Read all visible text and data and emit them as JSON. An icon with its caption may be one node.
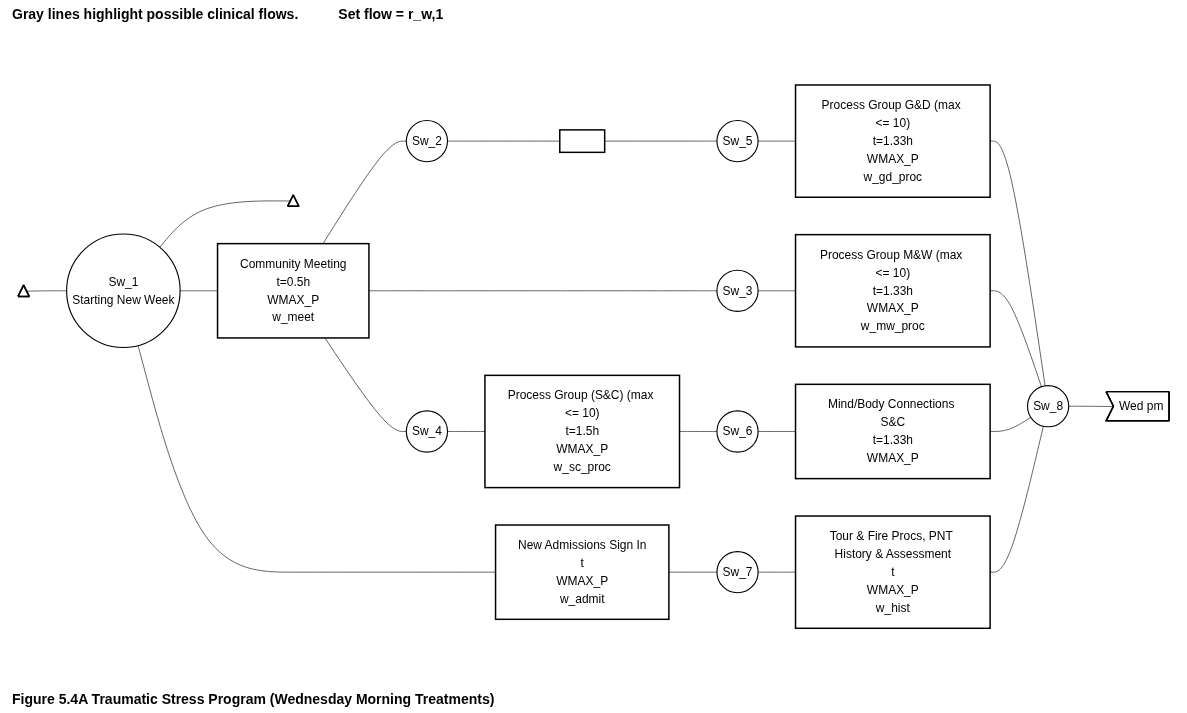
{
  "diagram": {
    "caption": "Figure 5.4A Traumatic Stress Program (Wednesday Morning Treatments)",
    "nodes": [
      {
        "text": [],
        "shape": "triangle"
      },
      {
        "text": [
          "Sw_1",
          "Starting New Week"
        ]
      },
      {
        "text": [],
        "shape": "triangle"
      },
      {
        "text": [
          "Community Meeting",
          "t=0.5h",
          "WMAX_P",
          "w_meet"
        ]
      },
      {
        "text": [
          "Sw_2"
        ]
      },
      {
        "text": [],
        "shape": "box"
      },
      {
        "text": [
          "Sw_5"
        ]
      },
      {
        "text": [
          "Process Group G&D (max <= 10)",
          "t=1.33h",
          "WMAX_P",
          "w_gd_proc"
        ]
      },
      {
        "text": [
          "Sw_3"
        ]
      },
      {
        "text": [
          "Process Group M&W (max <= 10)",
          "t=1.33h",
          "WMAX_P",
          "w_mw_proc"
        ]
      },
      {
        "text": [
          "Sw_8"
        ]
      },
      {
        "text": [
          "Wed pm"
        ]
      },
      {
        "text": [
          "Sw_4"
        ]
      },
      {
        "text": [
          "Process Group (S&C) (max <= 10)",
          "t=1.5h",
          "WMAX_P",
          "w_sc_proc"
        ]
      },
      {
        "text": [
          "Sw_6"
        ]
      },
      {
        "text": [
          "Mind/Body Connections S&C",
          "t=1.33h",
          "WMAX_P"
        ]
      },
      {
        "text": [
          "New Admissions Sign In",
          "t",
          "WMAX_P",
          "w_admit"
        ]
      },
      {
        "text": [
          "Sw_7"
        ]
      },
      {
        "text": [
          "Tour & Fire Procs, PNT History & Assessment",
          "t",
          "WMAX_P",
          "w_hist"
        ]
      }
    ],
    "edges": [
      {
        "from": 0,
        "to": 1,
        "arrow": "none"
      },
      {
        "from": 1,
        "to": 2,
        "arrow": "none"
      },
      {
        "from": 1,
        "to": 3,
        "arrow": "none"
      },
      {
        "from": 1,
        "to": 16,
        "arrow": "none"
      },
      {
        "from": 3,
        "to": 4,
        "arrow": "none"
      },
      {
        "from": 4,
        "to": 5,
        "arrow": "none"
      },
      {
        "from": 5,
        "to": 6,
        "arrow": "none"
      },
      {
        "from": 6,
        "to": 7,
        "arrow": "none"
      },
      {
        "from": 3,
        "to": 8,
        "arrow": "none"
      },
      {
        "from": 8,
        "to": 9,
        "arrow": "none"
      },
      {
        "from": 3,
        "to": 12,
        "arrow": "none"
      },
      {
        "from": 12,
        "to": 13,
        "arrow": "none"
      },
      {
        "from": 13,
        "to": 14,
        "arrow": "none"
      },
      {
        "from": 14,
        "to": 15,
        "arrow": "none"
      },
      {
        "from": 16,
        "to": 17,
        "arrow": "none"
      },
      {
        "from": 17,
        "to": 18,
        "arrow": "none"
      },
      {
        "from": 7,
        "to": 10,
        "arrow": "none"
      },
      {
        "from": 9,
        "to": 10,
        "arrow": "none"
      },
      {
        "from": 15,
        "to": 10,
        "arrow": "none"
      },
      {
        "from": 18,
        "to": 10,
        "arrow": "none"
      },
      {
        "from": 10,
        "to": 11,
        "arrow": "none"
      }
    ],
    "labels": [
      "Gray lines highlight possible clinical flows.",
      "Set flow = r_w,1"
    ]
  }
}
